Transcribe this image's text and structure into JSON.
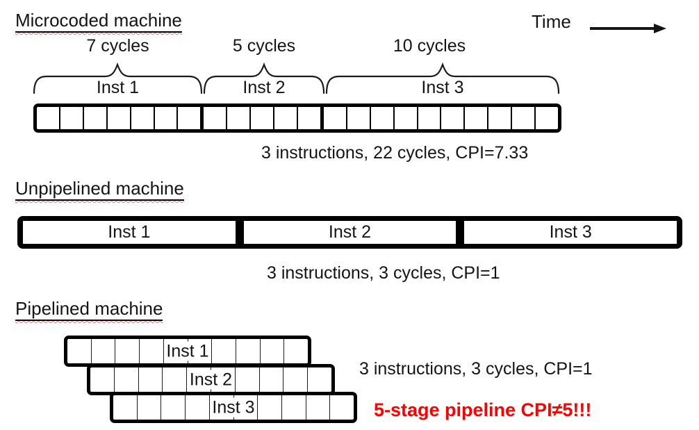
{
  "colors": {
    "ink": "#141414",
    "alert_red": "#fe0000"
  },
  "time_label": "Time",
  "sections": {
    "microcoded": {
      "title": "Microcoded machine",
      "cycle_labels": [
        "7 cycles",
        "5 cycles",
        "10 cycles"
      ],
      "inst_labels": [
        "Inst 1",
        "Inst 2",
        "Inst 3"
      ],
      "segments": [
        7,
        5,
        10
      ],
      "total_cells": 22,
      "caption": "3 instructions, 22 cycles, CPI=7.33"
    },
    "unpipelined": {
      "title": "Unpipelined machine",
      "inst_labels": [
        "Inst 1",
        "Inst 2",
        "Inst 3"
      ],
      "caption": "3 instructions, 3 cycles, CPI=1"
    },
    "pipelined": {
      "title": "Pipelined machine",
      "inst_labels": [
        "Inst 1",
        "Inst 2",
        "Inst 3"
      ],
      "cells_per_box": 10,
      "caption": "3 instructions, 3 cycles, CPI=1",
      "warning": "5-stage pipeline CPI≠5!!!"
    }
  }
}
